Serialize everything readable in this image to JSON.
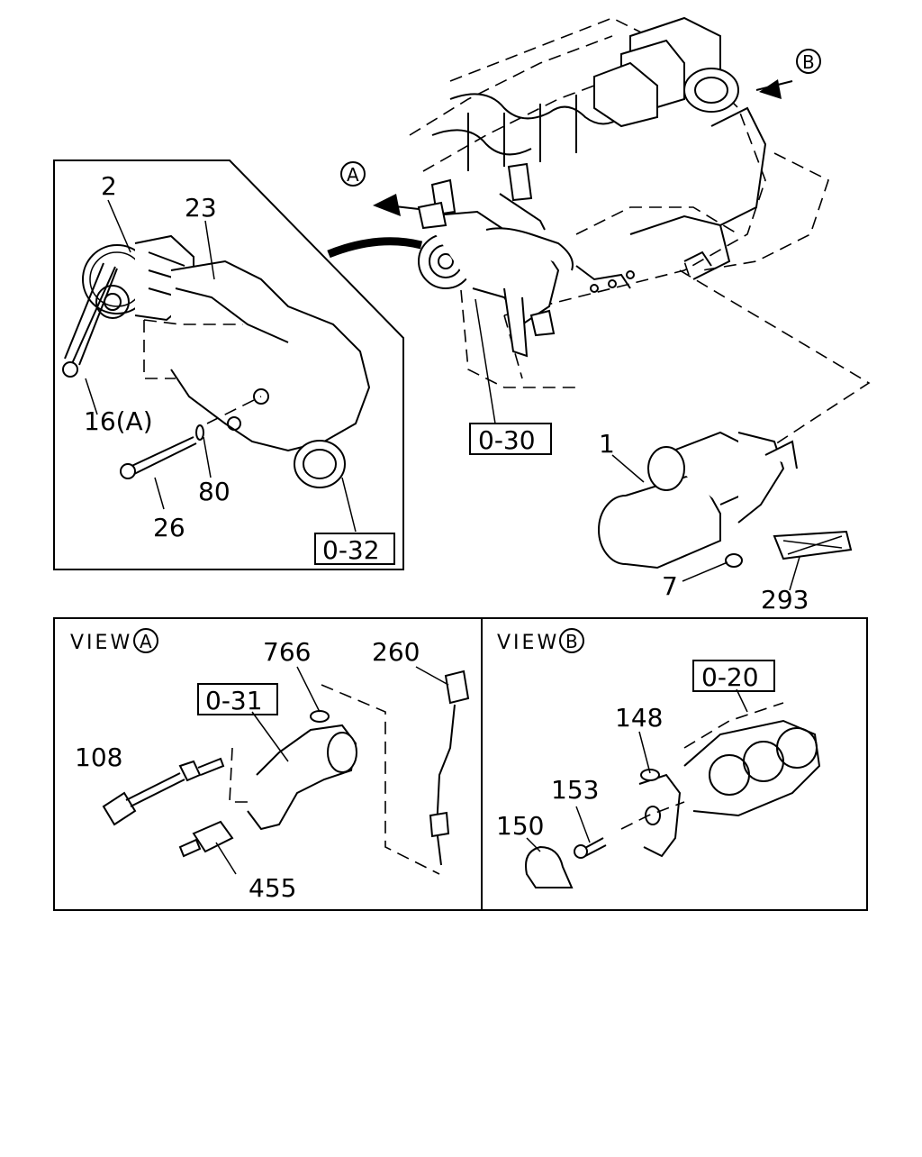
{
  "callouts": {
    "c2": "2",
    "c23": "23",
    "c16a": "16(A)",
    "c80": "80",
    "c26": "26",
    "c1": "1",
    "c7": "7",
    "c293": "293",
    "c766": "766",
    "c260": "260",
    "c108": "108",
    "c455": "455",
    "c148": "148",
    "c153": "153",
    "c150": "150"
  },
  "references": {
    "r030": "0-30",
    "r032": "0-32",
    "r031": "0-31",
    "r020": "0-20"
  },
  "markers": {
    "a": "A",
    "b": "B"
  },
  "views": {
    "view_a": {
      "prefix": "VIEW",
      "letter": "A"
    },
    "view_b": {
      "prefix": "VIEW",
      "letter": "B"
    }
  }
}
